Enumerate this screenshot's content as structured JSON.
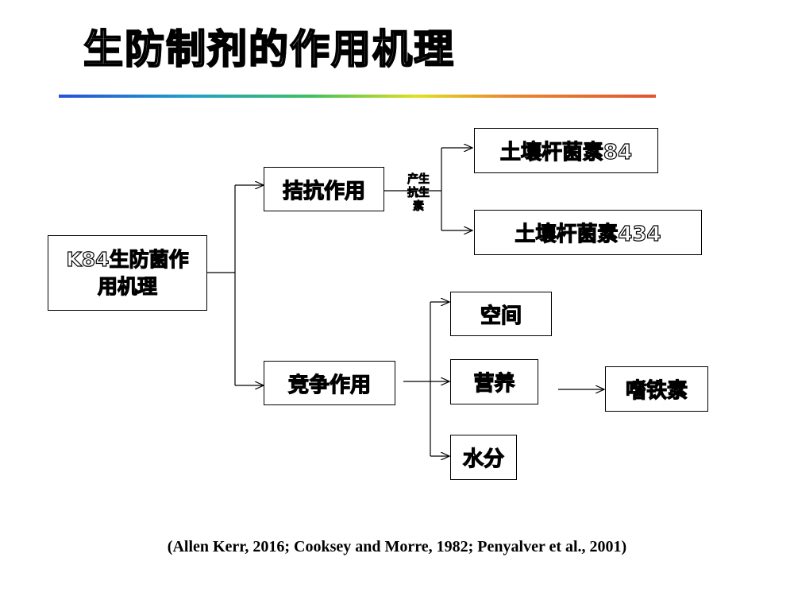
{
  "slide": {
    "title": "生防制剂的作用机理",
    "citation": "(Allen Kerr, 2016; Cooksey and Morre, 1982; Penyalver et al., 2001)"
  },
  "diagram": {
    "root": "K84生防菌作用机理",
    "antagonism": "拮抗作用",
    "antibiotic_label": "产生抗生素",
    "agrocin84": "土壤杆菌素84",
    "agrocin434": "土壤杆菌素434",
    "competition": "竞争作用",
    "space": "空间",
    "nutrition": "营养",
    "water": "水分",
    "siderophore": "嗜铁素"
  }
}
